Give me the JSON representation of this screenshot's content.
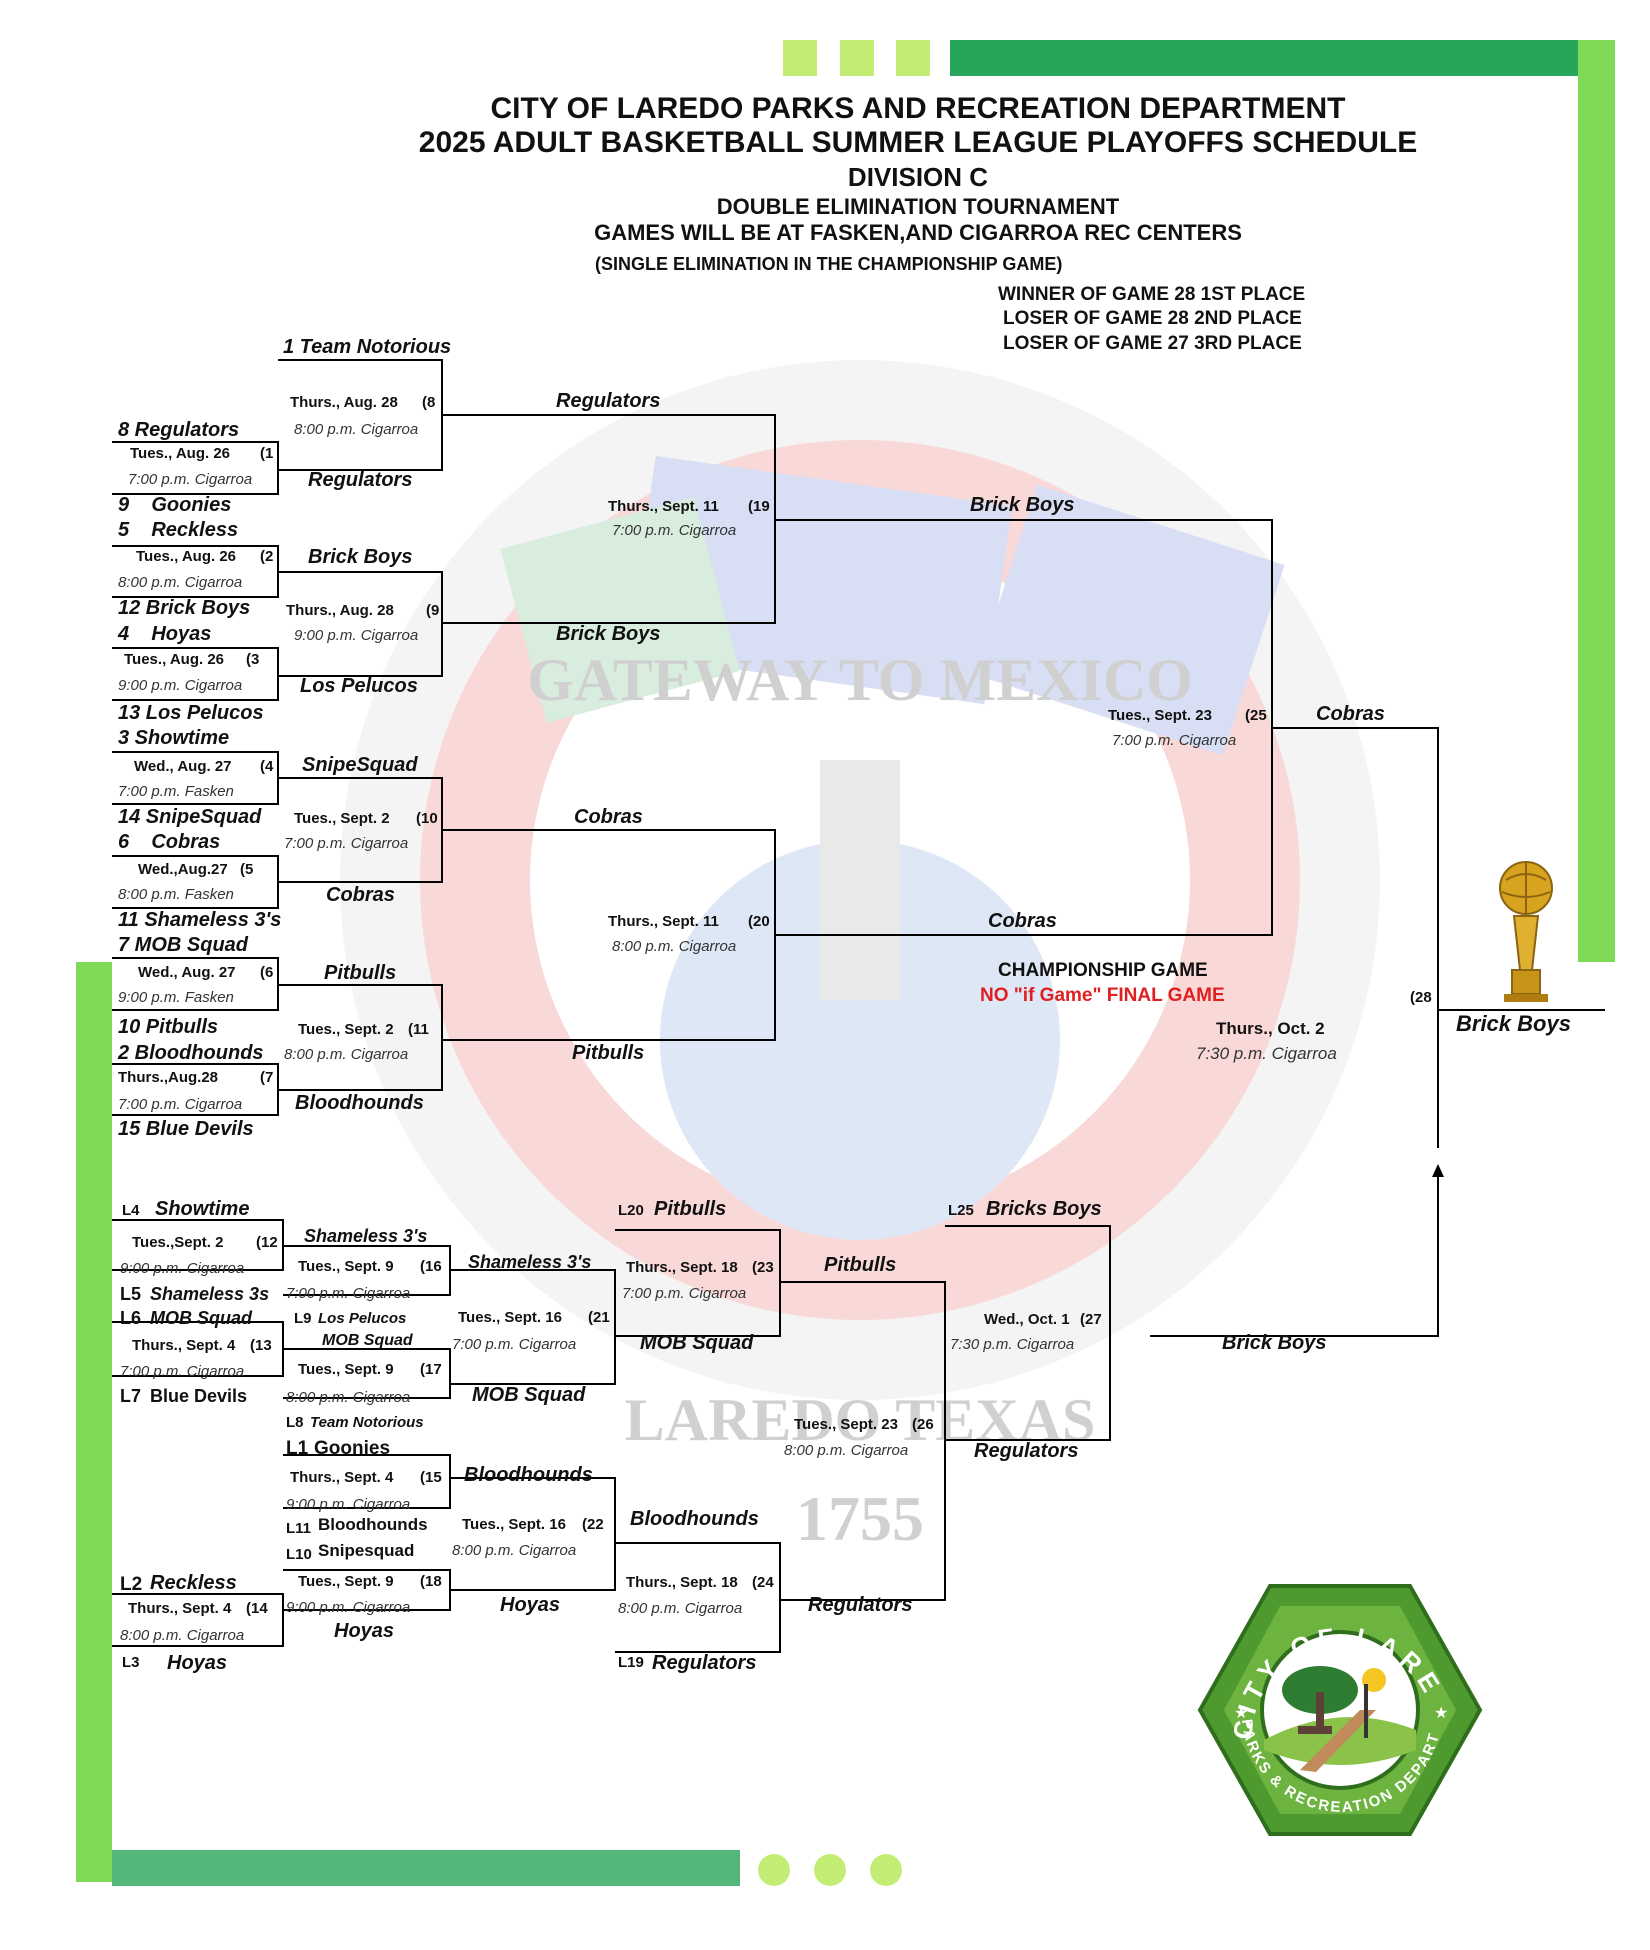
{
  "header": {
    "line1": "CITY OF LAREDO PARKS AND RECREATION DEPARTMENT",
    "line2": "2025 ADULT BASKETBALL SUMMER LEAGUE PLAYOFFS SCHEDULE",
    "line3": "DIVISION C",
    "line4": "DOUBLE ELIMINATION TOURNAMENT",
    "line5": "GAMES WILL BE AT FASKEN,AND CIGARROA REC CENTERS",
    "line6": "(SINGLE ELIMINATION IN THE CHAMPIONSHIP GAME)",
    "place1": "WINNER OF GAME 28 1ST PLACE",
    "place2": "LOSER OF GAME 28 2ND PLACE",
    "place3": "LOSER OF GAME 27 3RD PLACE"
  },
  "championship": {
    "title": "CHAMPIONSHIP GAME",
    "subtitle": "NO \"if Game\" FINAL GAME",
    "date": "Thurs., Oct. 2",
    "location": "7:30 p.m. Cigarroa",
    "game_no": "(28",
    "champion": "Brick Boys"
  },
  "winners_bracket": {
    "seeds": {
      "s1": "1 Team Notorious",
      "s8": "8 Regulators",
      "s9": "9    Goonies",
      "s5": "5    Reckless",
      "s12": "12 Brick Boys",
      "s4": "4    Hoyas",
      "s13": "13 Los Pelucos",
      "s3": "3 Showtime",
      "s14": "14 SnipeSquad",
      "s6": "6    Cobras",
      "s11": "11 Shameless 3's",
      "s7": "7 MOB Squad",
      "s10": "10 Pitbulls",
      "s2": "2 Bloodhounds",
      "s15": "15 Blue Devils"
    },
    "games": {
      "g1_date": "Tues., Aug. 26",
      "g1_no": "(1",
      "g1_loc": "7:00 p.m. Cigarroa",
      "g2_date": "Tues., Aug. 26",
      "g2_no": "(2",
      "g2_loc": "8:00 p.m. Cigarroa",
      "g3_date": "Tues., Aug. 26",
      "g3_no": "(3",
      "g3_loc": "9:00 p.m. Cigarroa",
      "g4_date": "Wed., Aug. 27",
      "g4_no": "(4",
      "g4_loc": "7:00 p.m. Fasken",
      "g5_date": "Wed.,Aug.27",
      "g5_no": "(5",
      "g5_loc": "8:00 p.m. Fasken",
      "g6_date": "Wed., Aug. 27",
      "g6_no": "(6",
      "g6_loc": "9:00 p.m. Fasken",
      "g7_date": "Thurs.,Aug.28",
      "g7_no": "(7",
      "g7_loc": "7:00 p.m. Cigarroa",
      "g8_date": "Thurs., Aug. 28",
      "g8_no": "(8",
      "g8_loc": "8:00 p.m. Cigarroa",
      "g9_date": "Thurs., Aug. 28",
      "g9_no": "(9",
      "g9_loc": "9:00 p.m. Cigarroa",
      "g10_date": "Tues., Sept. 2",
      "g10_no": "(10",
      "g10_loc": "7:00 p.m. Cigarroa",
      "g11_date": "Tues., Sept. 2",
      "g11_no": "(11",
      "g11_loc": "8:00 p.m. Cigarroa",
      "g19_date": "Thurs., Sept. 11",
      "g19_no": "(19",
      "g19_loc": "7:00 p.m. Cigarroa",
      "g20_date": "Thurs., Sept. 11",
      "g20_no": "(20",
      "g20_loc": "8:00 p.m. Cigarroa",
      "g25_date": "Tues., Sept. 23",
      "g25_no": "(25",
      "g25_loc": "7:00 p.m. Cigarroa"
    },
    "winners": {
      "w1": "Regulators",
      "w2": "Brick Boys",
      "w3": "Los Pelucos",
      "w4": "SnipeSquad",
      "w5": "Cobras",
      "w6": "Pitbulls",
      "w7": "Bloodhounds",
      "w8": "Regulators",
      "w9": "Brick Boys",
      "w10": "Cobras",
      "w11": "Pitbulls",
      "w19": "Brick Boys",
      "w20": "Cobras",
      "w25": "Cobras"
    }
  },
  "losers_bracket": {
    "entries": {
      "l4": "Showtime",
      "l5": "Shameless 3s",
      "l6": "MOB Squad",
      "l7": "Blue Devils",
      "l9": "Los Pelucos",
      "l8": "Team Notorious",
      "l1": "Goonies",
      "l11": "Bloodhounds",
      "l10": "Snipesquad",
      "l2": "Reckless",
      "l3": "Hoyas",
      "l20": "Pitbulls",
      "l19": "Regulators",
      "l25": "Bricks Boys"
    },
    "tags": {
      "l4": "L4",
      "l5": "L5",
      "l6": "L6",
      "l7": "L7",
      "l9": "L9",
      "l8": "L8",
      "l1": "L1",
      "l11": "L11",
      "l10": "L10",
      "l2": "L2",
      "l3": "L3",
      "l20": "L20",
      "l19": "L19",
      "l25": "L25"
    },
    "games": {
      "g12_date": "Tues.,Sept. 2",
      "g12_no": "(12",
      "g12_loc": "9:00 p.m. Cigarroa",
      "g13_date": "Thurs., Sept. 4",
      "g13_no": "(13",
      "g13_loc": "7:00 p.m. Cigarroa",
      "g14_date": "Thurs., Sept. 4",
      "g14_no": "(14",
      "g14_loc": "8:00 p.m. Cigarroa",
      "g15_date": "Thurs., Sept. 4",
      "g15_no": "(15",
      "g15_loc": "9:00 p.m. Cigarroa",
      "g16_date": "Tues., Sept. 9",
      "g16_no": "(16",
      "g16_loc": "7:00 p.m. Cigarroa",
      "g17_date": "Tues., Sept. 9",
      "g17_no": "(17",
      "g17_loc": "8:00 p.m. Cigarroa",
      "g18_date": "Tues., Sept. 9",
      "g18_no": "(18",
      "g18_loc": "9:00 p.m. Cigarroa",
      "g21_date": "Tues., Sept. 16",
      "g21_no": "(21",
      "g21_loc": "7:00 p.m. Cigarroa",
      "g22_date": "Tues., Sept. 16",
      "g22_no": "(22",
      "g22_loc": "8:00 p.m. Cigarroa",
      "g23_date": "Thurs., Sept. 18",
      "g23_no": "(23",
      "g23_loc": "7:00 p.m. Cigarroa",
      "g24_date": "Thurs., Sept. 18",
      "g24_no": "(24",
      "g24_loc": "8:00 p.m. Cigarroa",
      "g26_date": "Tues., Sept. 23",
      "g26_no": "(26",
      "g26_loc": "8:00 p.m. Cigarroa",
      "g27_date": "Wed., Oct. 1",
      "g27_no": "(27",
      "g27_loc": "7:30 p.m. Cigarroa"
    },
    "winners": {
      "w12": "Shameless 3's",
      "w13": "MOB Squad",
      "w14": "Hoyas",
      "w15": "Bloodhounds",
      "w16": "Shameless 3's",
      "w17": "MOB Squad",
      "w18": "Hoyas",
      "w21": "MOB Squad",
      "w22": "Bloodhounds",
      "w23": "Pitbulls",
      "w24": "Regulators",
      "w26": "Regulators",
      "w27": "Brick Boys"
    }
  },
  "watermark": {
    "banner_text": "GATEWAY TO MEXICO",
    "city_text": "LAREDO TEXAS",
    "year": "1755"
  },
  "logo": {
    "top_text": "CITY OF LAREDO",
    "bottom_text": "PARKS & RECREATION DEPARTMENT"
  },
  "colors": {
    "accent_green": "#7ed957",
    "dark_green": "#2e9e57",
    "bracket_line": "#000000",
    "championship_red": "#e02020"
  }
}
